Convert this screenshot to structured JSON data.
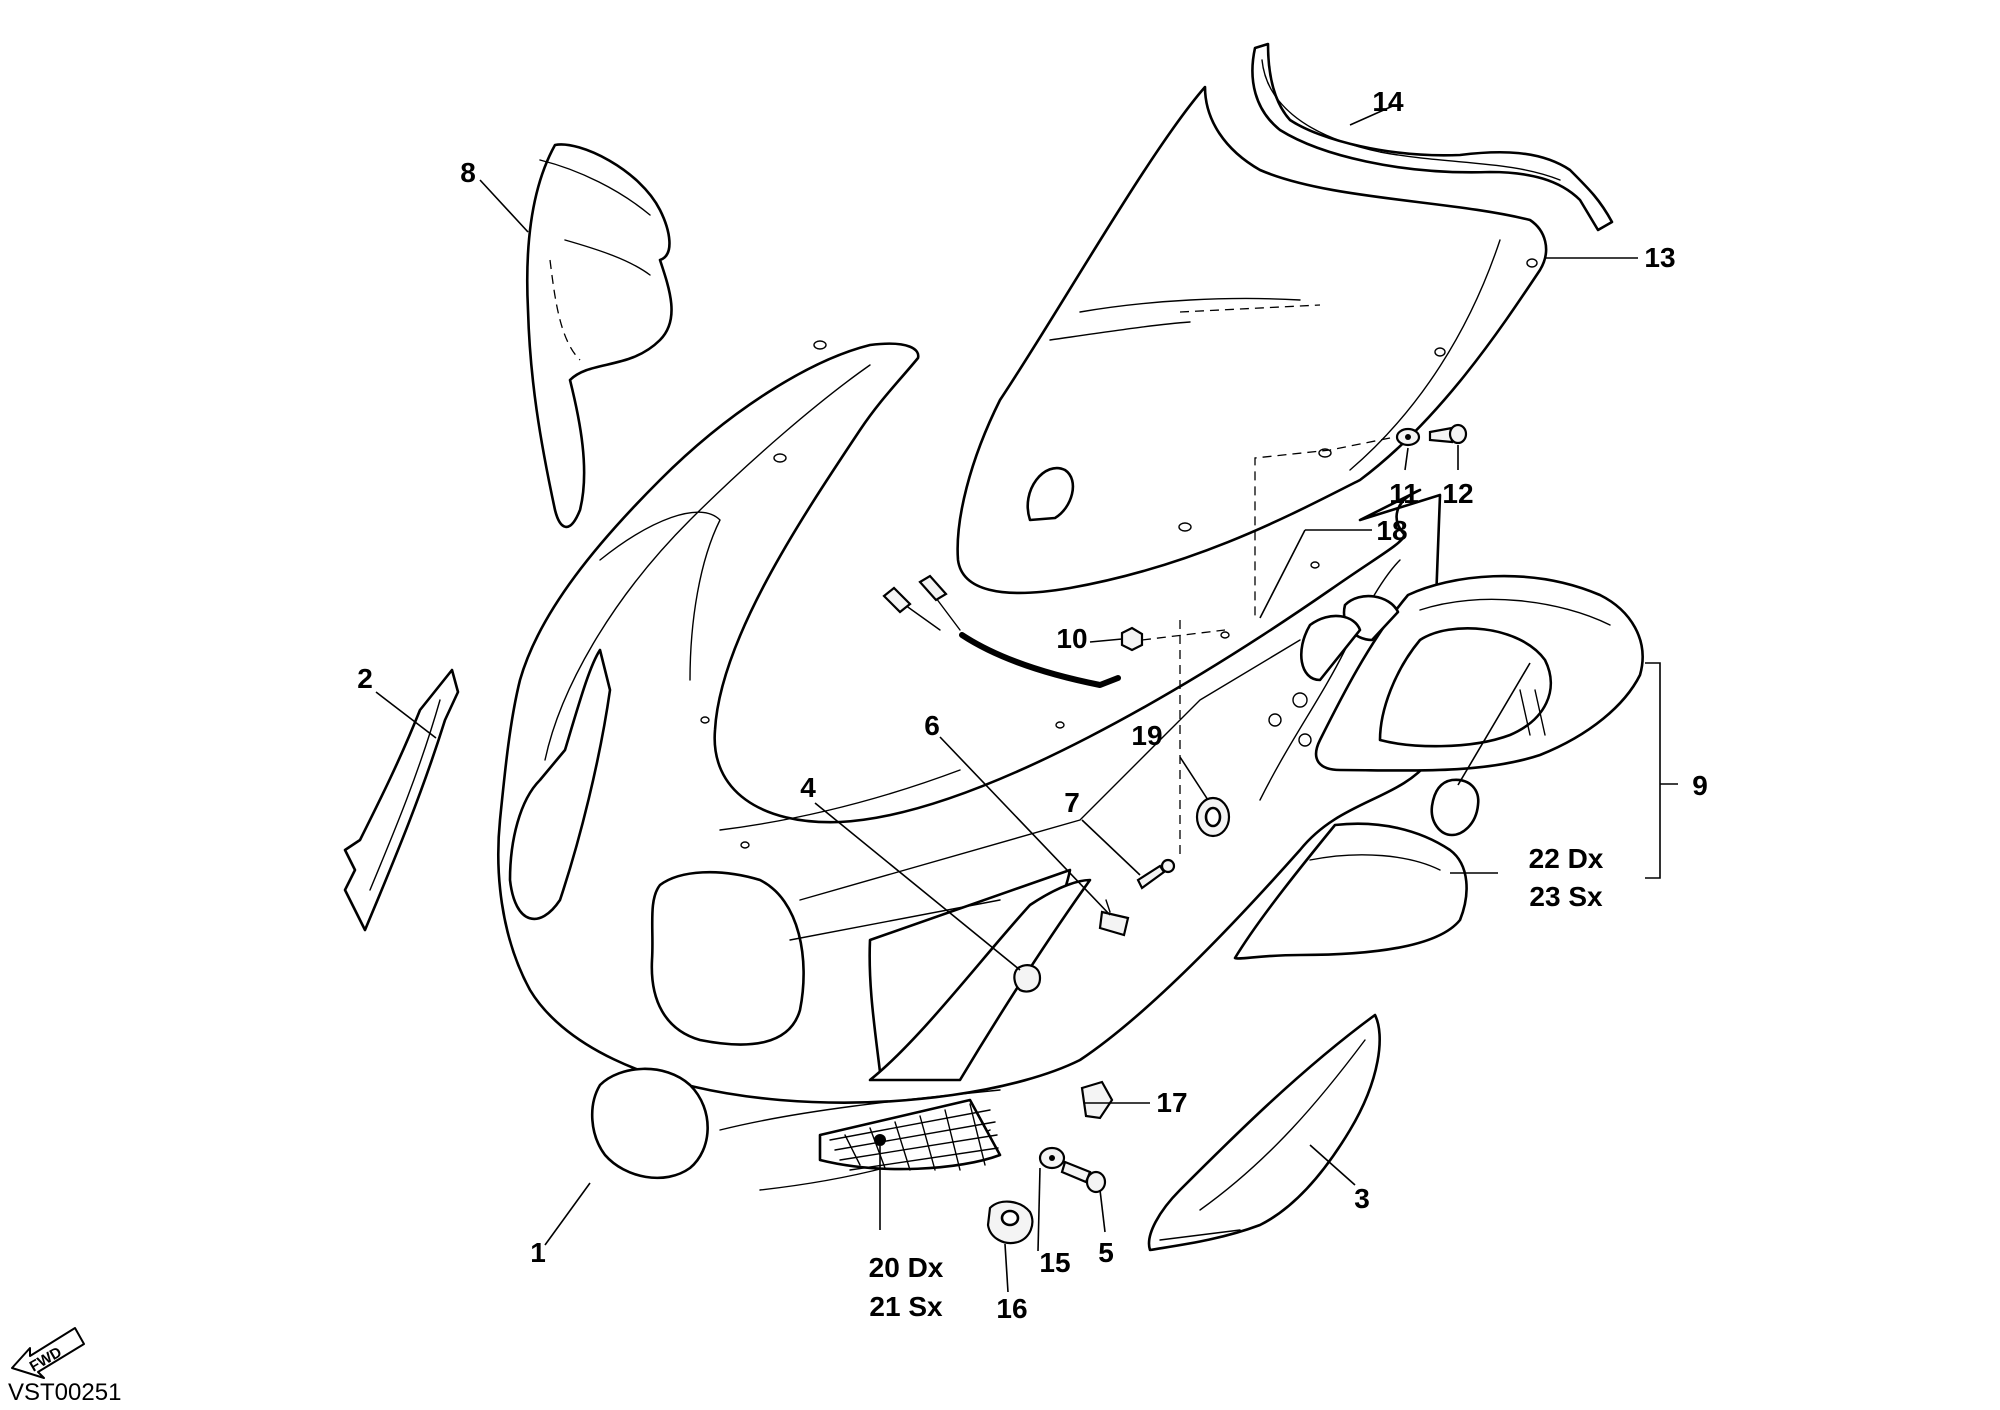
{
  "diagram": {
    "reference_code": "VST00251",
    "fwd_label": "FWD",
    "callouts": [
      {
        "id": "c1",
        "text": "1"
      },
      {
        "id": "c2",
        "text": "2"
      },
      {
        "id": "c3",
        "text": "3"
      },
      {
        "id": "c4",
        "text": "4"
      },
      {
        "id": "c5",
        "text": "5"
      },
      {
        "id": "c6",
        "text": "6"
      },
      {
        "id": "c7",
        "text": "7"
      },
      {
        "id": "c8",
        "text": "8"
      },
      {
        "id": "c9",
        "text": "9"
      },
      {
        "id": "c10",
        "text": "10"
      },
      {
        "id": "c11",
        "text": "11"
      },
      {
        "id": "c12",
        "text": "12"
      },
      {
        "id": "c13",
        "text": "13"
      },
      {
        "id": "c14",
        "text": "14"
      },
      {
        "id": "c15",
        "text": "15"
      },
      {
        "id": "c16",
        "text": "16"
      },
      {
        "id": "c17",
        "text": "17"
      },
      {
        "id": "c18",
        "text": "18"
      },
      {
        "id": "c19",
        "text": "19"
      },
      {
        "id": "c20",
        "text": "20 Dx"
      },
      {
        "id": "c21",
        "text": "21 Sx"
      },
      {
        "id": "c22",
        "text": "22 Dx"
      },
      {
        "id": "c23",
        "text": "23 Sx"
      }
    ]
  }
}
